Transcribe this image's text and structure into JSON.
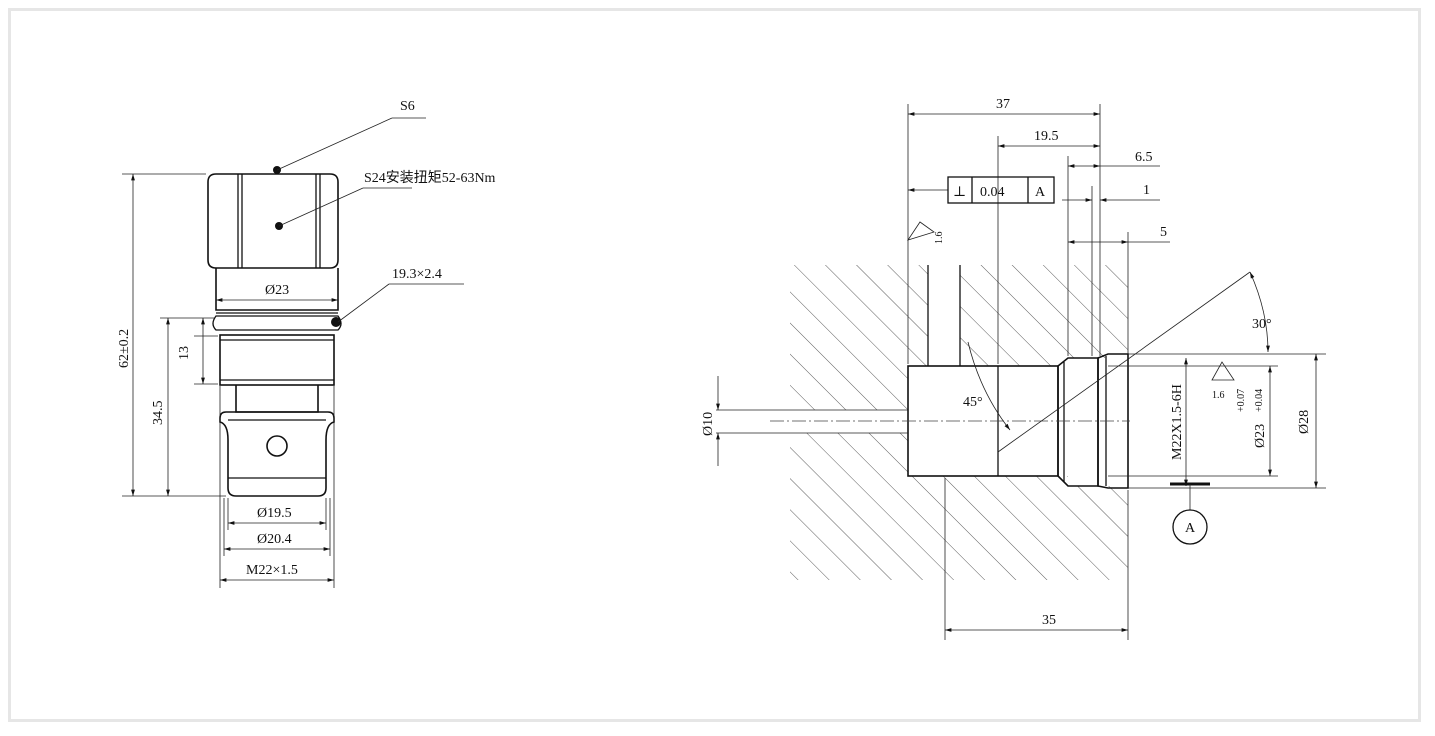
{
  "left_view": {
    "labels": {
      "wrench_size": "S6",
      "install_torque": "S24安装扭矩52-63Nm",
      "oring": "19.3×2.4"
    },
    "dimensions": {
      "hex_dia": "Ø23",
      "total_length": "62±0.2",
      "d13": "13",
      "d34_5": "34.5",
      "d19_5": "Ø19.5",
      "d20_4": "Ø20.4",
      "thread": "M22×1.5"
    }
  },
  "right_view": {
    "dimensions": {
      "d37": "37",
      "d19_5": "19.5",
      "d6_5": "6.5",
      "d1": "1",
      "d5": "5",
      "d35": "35",
      "d10": "Ø10",
      "angle30": "30°",
      "angle45": "45°",
      "thread": "M22X1.5-6H",
      "bore": "Ø23",
      "bore_tol_upper": "+0.07",
      "bore_tol_lower": "+0.04",
      "d28": "Ø28"
    },
    "tolerance_frame": {
      "symbol": "⊥",
      "value": "0.04",
      "datum": "A"
    },
    "roughness": {
      "top": "1.6",
      "right": "1.6"
    },
    "datum_label": "A"
  }
}
